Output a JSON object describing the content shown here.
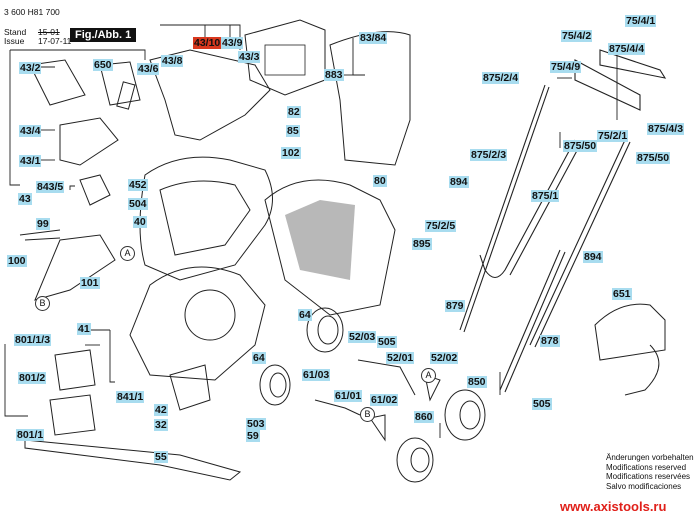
{
  "header": {
    "doc_number": "3 600 H81 700",
    "stand_label": "Stand",
    "issue_label": "Issue",
    "stand_value": "15-01",
    "issue_value": "17-07-11",
    "figure_title": "Fig./Abb. 1"
  },
  "part_labels": [
    {
      "id": "43/10",
      "highlight": true
    },
    {
      "id": "43/9"
    },
    {
      "id": "43/8"
    },
    {
      "id": "43/3"
    },
    {
      "id": "43/6"
    },
    {
      "id": "650"
    },
    {
      "id": "43/2"
    },
    {
      "id": "43/4"
    },
    {
      "id": "43/1"
    },
    {
      "id": "843/5"
    },
    {
      "id": "43"
    },
    {
      "id": "452"
    },
    {
      "id": "504"
    },
    {
      "id": "40"
    },
    {
      "id": "99"
    },
    {
      "id": "100"
    },
    {
      "id": "101"
    },
    {
      "id": "82"
    },
    {
      "id": "85"
    },
    {
      "id": "102"
    },
    {
      "id": "83/84"
    },
    {
      "id": "883"
    },
    {
      "id": "80"
    },
    {
      "id": "75/4/1"
    },
    {
      "id": "75/4/2"
    },
    {
      "id": "875/4/4"
    },
    {
      "id": "75/4/9"
    },
    {
      "id": "875/2/4"
    },
    {
      "id": "875/4/3"
    },
    {
      "id": "75/2/1"
    },
    {
      "id": "875/50"
    },
    {
      "id": "875/50"
    },
    {
      "id": "875/2/3"
    },
    {
      "id": "875/1"
    },
    {
      "id": "894"
    },
    {
      "id": "75/2/5"
    },
    {
      "id": "895"
    },
    {
      "id": "894"
    },
    {
      "id": "879"
    },
    {
      "id": "651"
    },
    {
      "id": "878"
    },
    {
      "id": "41"
    },
    {
      "id": "801/1/3"
    },
    {
      "id": "801/2"
    },
    {
      "id": "841/1"
    },
    {
      "id": "801/1"
    },
    {
      "id": "64"
    },
    {
      "id": "64"
    },
    {
      "id": "52/03"
    },
    {
      "id": "505"
    },
    {
      "id": "52/01"
    },
    {
      "id": "52/02"
    },
    {
      "id": "61/03"
    },
    {
      "id": "61/01"
    },
    {
      "id": "61/02"
    },
    {
      "id": "850"
    },
    {
      "id": "505"
    },
    {
      "id": "860"
    },
    {
      "id": "42"
    },
    {
      "id": "32"
    },
    {
      "id": "503"
    },
    {
      "id": "59"
    },
    {
      "id": "55"
    }
  ],
  "reference_markers": [
    "A",
    "B",
    "A",
    "B"
  ],
  "footer": {
    "notes": [
      "Änderungen vorbehalten",
      "Modifications reserved",
      "Modifications reservées",
      "Salvo modificaciones"
    ],
    "website": "www.axistools.ru"
  },
  "colors": {
    "label_bg": "#a8dcef",
    "highlight_bg": "#d9381e",
    "website": "#e0201a"
  }
}
